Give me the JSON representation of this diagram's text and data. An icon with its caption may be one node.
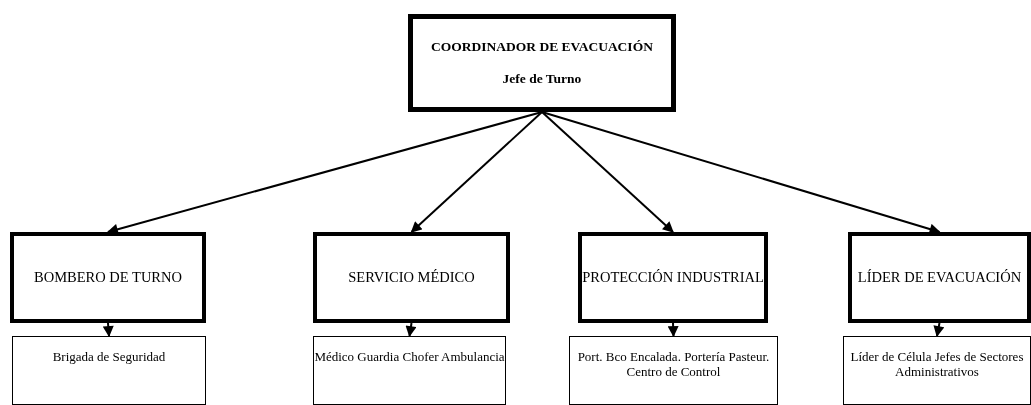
{
  "diagram": {
    "nodes": [
      {
        "text": [
          "COORDINADOR DE EVACUACIÓN",
          "Jefe de Turno"
        ]
      },
      {
        "text": [
          "BOMBERO DE TURNO"
        ]
      },
      {
        "text": [
          "SERVICIO MÉDICO"
        ]
      },
      {
        "text": [
          "PROTECCIÓN INDUSTRIAL"
        ]
      },
      {
        "text": [
          "LÍDER DE EVACUACIÓN"
        ]
      },
      {
        "text": [
          "Brigada de Seguridad"
        ]
      },
      {
        "text": [
          "Médico Guardia Chofer Ambulancia"
        ]
      },
      {
        "text": [
          "Port. Bco Encalada. Portería Pasteur. Centro de Control"
        ]
      },
      {
        "text": [
          "Líder de Célula Jefes de Sectores Administrativos"
        ]
      }
    ],
    "edges": [
      {
        "from": 0,
        "to": 1,
        "arrow": "to"
      },
      {
        "from": 0,
        "to": 2,
        "arrow": "to"
      },
      {
        "from": 0,
        "to": 3,
        "arrow": "to"
      },
      {
        "from": 0,
        "to": 4,
        "arrow": "to"
      },
      {
        "from": 1,
        "to": 5,
        "arrow": "to"
      },
      {
        "from": 2,
        "to": 6,
        "arrow": "to"
      },
      {
        "from": 3,
        "to": 7,
        "arrow": "to"
      },
      {
        "from": 4,
        "to": 8,
        "arrow": "to"
      }
    ]
  }
}
